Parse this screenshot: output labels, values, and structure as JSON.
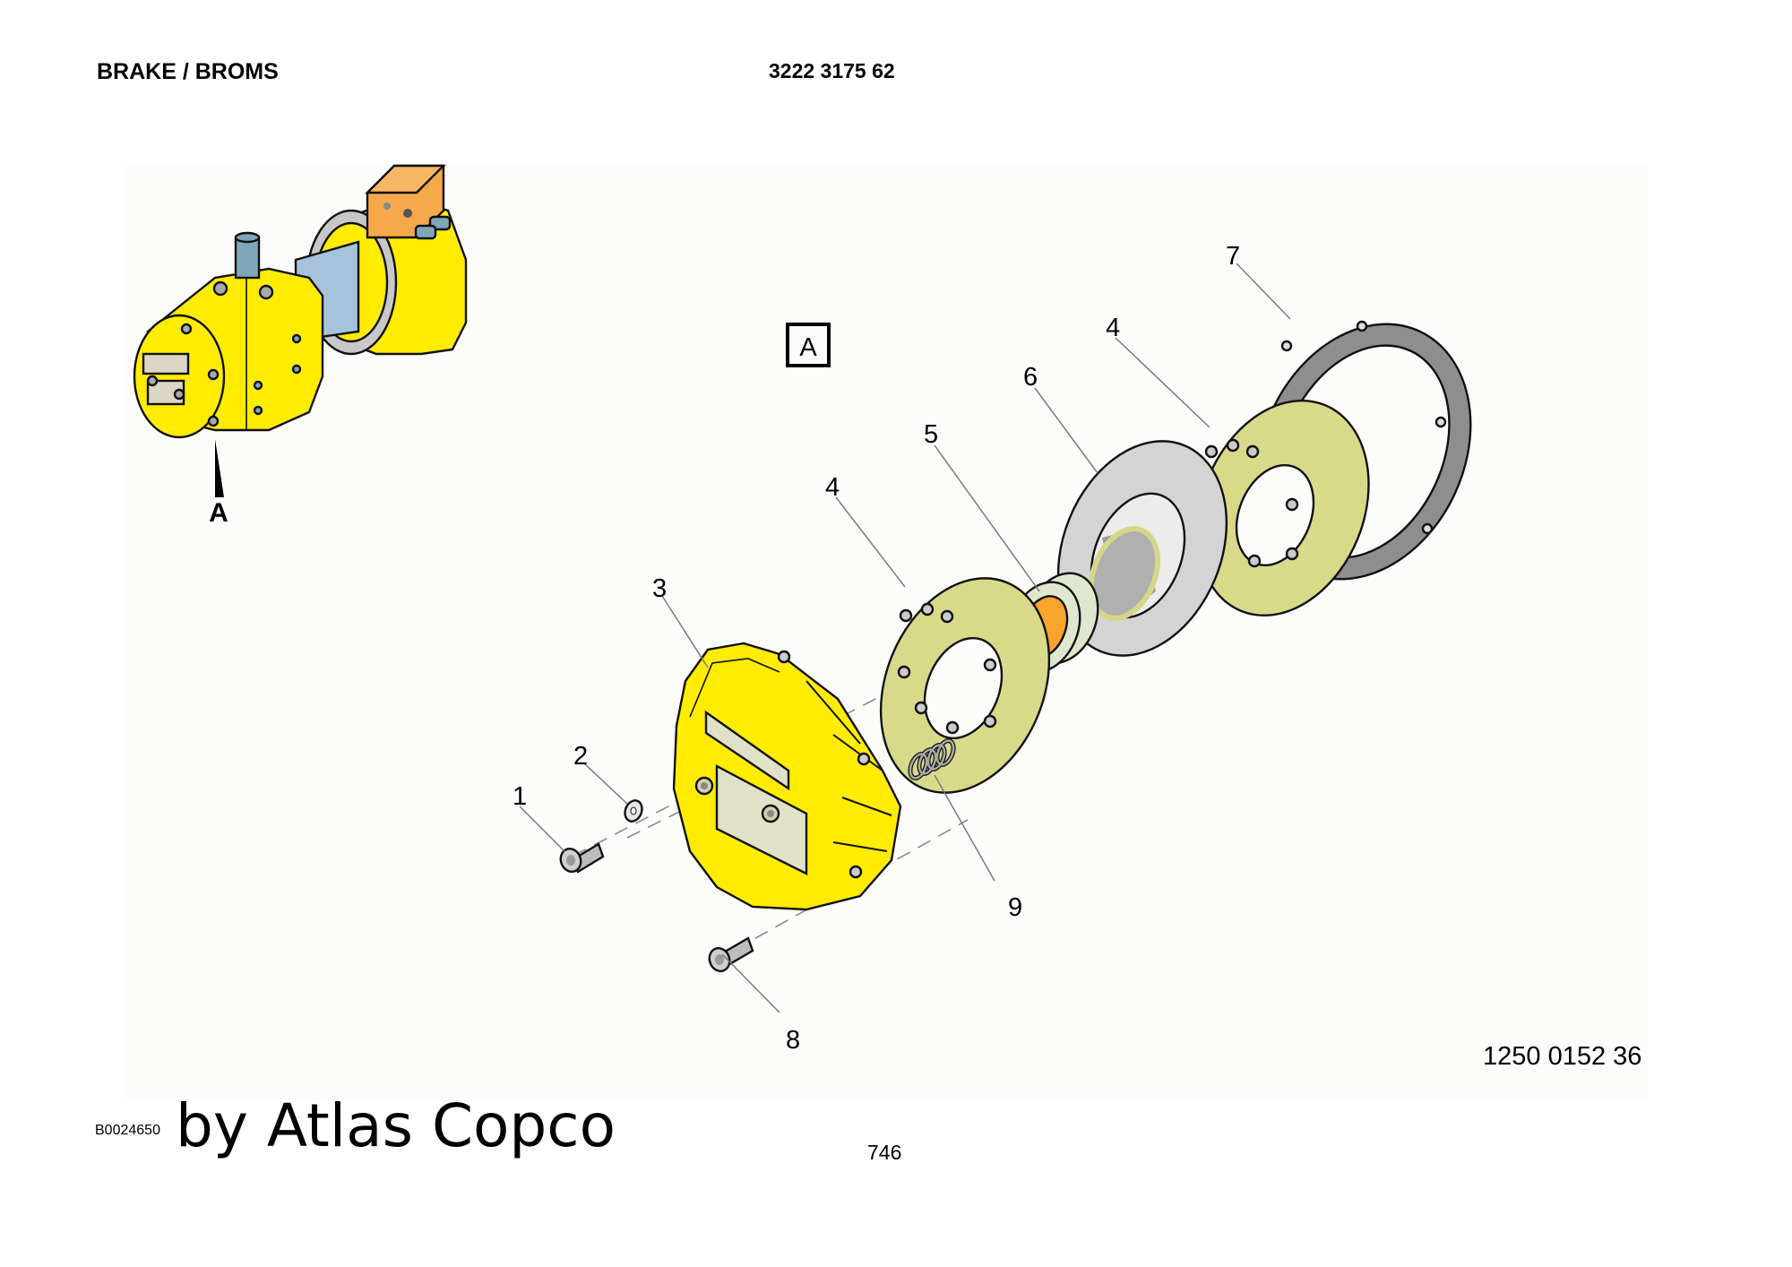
{
  "header": {
    "title": "BRAKE / BROMS",
    "part_number": "3222 3175 62"
  },
  "drawing": {
    "view_marker": "A",
    "detail_box_label": "A",
    "reference_number": "1250 0152 36",
    "colors": {
      "housing_yellow": "#ffec00",
      "friction_disc": "#d9d98a",
      "brake_disc_grey": "#d4d4d4",
      "gasket_grey": "#8e8e8e",
      "bearing_orange": "#f7a52b",
      "shaft_blue": "#a7c3dc",
      "valve_orange": "#f5a94a"
    },
    "callouts": [
      {
        "number": "1",
        "part": "screw"
      },
      {
        "number": "2",
        "part": "washer"
      },
      {
        "number": "3",
        "part": "brake-housing"
      },
      {
        "number": "4",
        "part": "friction-disc-front"
      },
      {
        "number": "5",
        "part": "needle-bearing"
      },
      {
        "number": "6",
        "part": "brake-disc"
      },
      {
        "number": "4",
        "part": "friction-disc-rear"
      },
      {
        "number": "7",
        "part": "gasket"
      },
      {
        "number": "8",
        "part": "screw"
      },
      {
        "number": "9",
        "part": "spring"
      }
    ]
  },
  "footer": {
    "image_code": "B0024650",
    "brand": "by Atlas Copco",
    "page_number": "746"
  }
}
